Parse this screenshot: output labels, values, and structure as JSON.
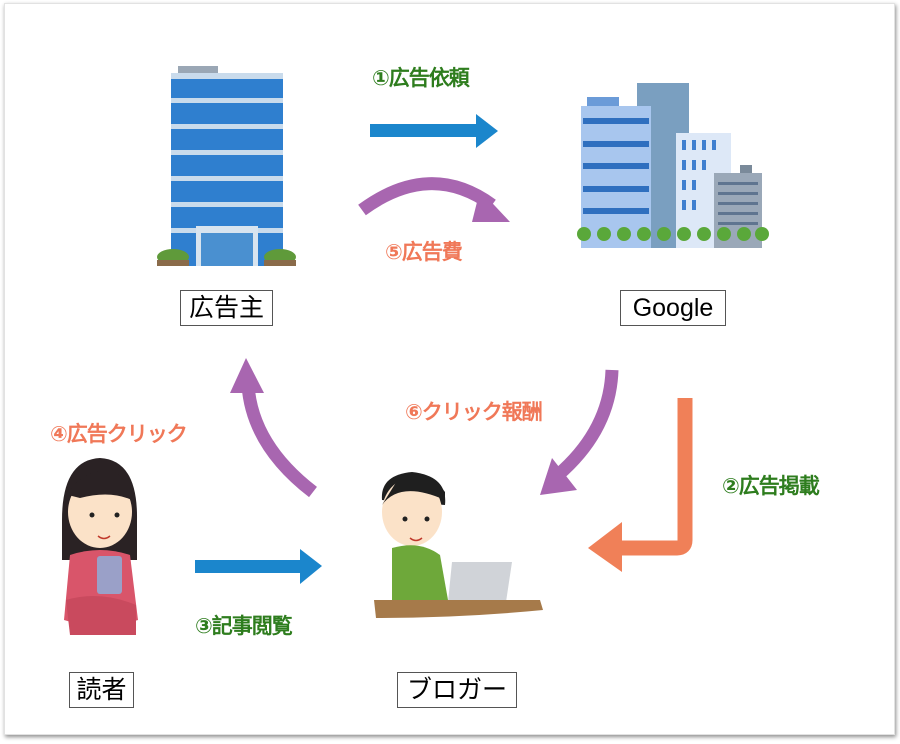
{
  "steps": {
    "s1": "①広告依頼",
    "s2": "②広告掲載",
    "s3": "③記事閲覧",
    "s4": "④広告クリック",
    "s5": "⑤広告費",
    "s6": "⑥クリック報酬"
  },
  "actors": {
    "advertiser": "広告主",
    "google": "Google",
    "reader": "読者",
    "blogger": "ブロガー"
  },
  "colors": {
    "blue": "#1b86cc",
    "purple": "#a866b0",
    "orange": "#f08058",
    "green": "#2e7d1e",
    "red": "#f07858"
  }
}
